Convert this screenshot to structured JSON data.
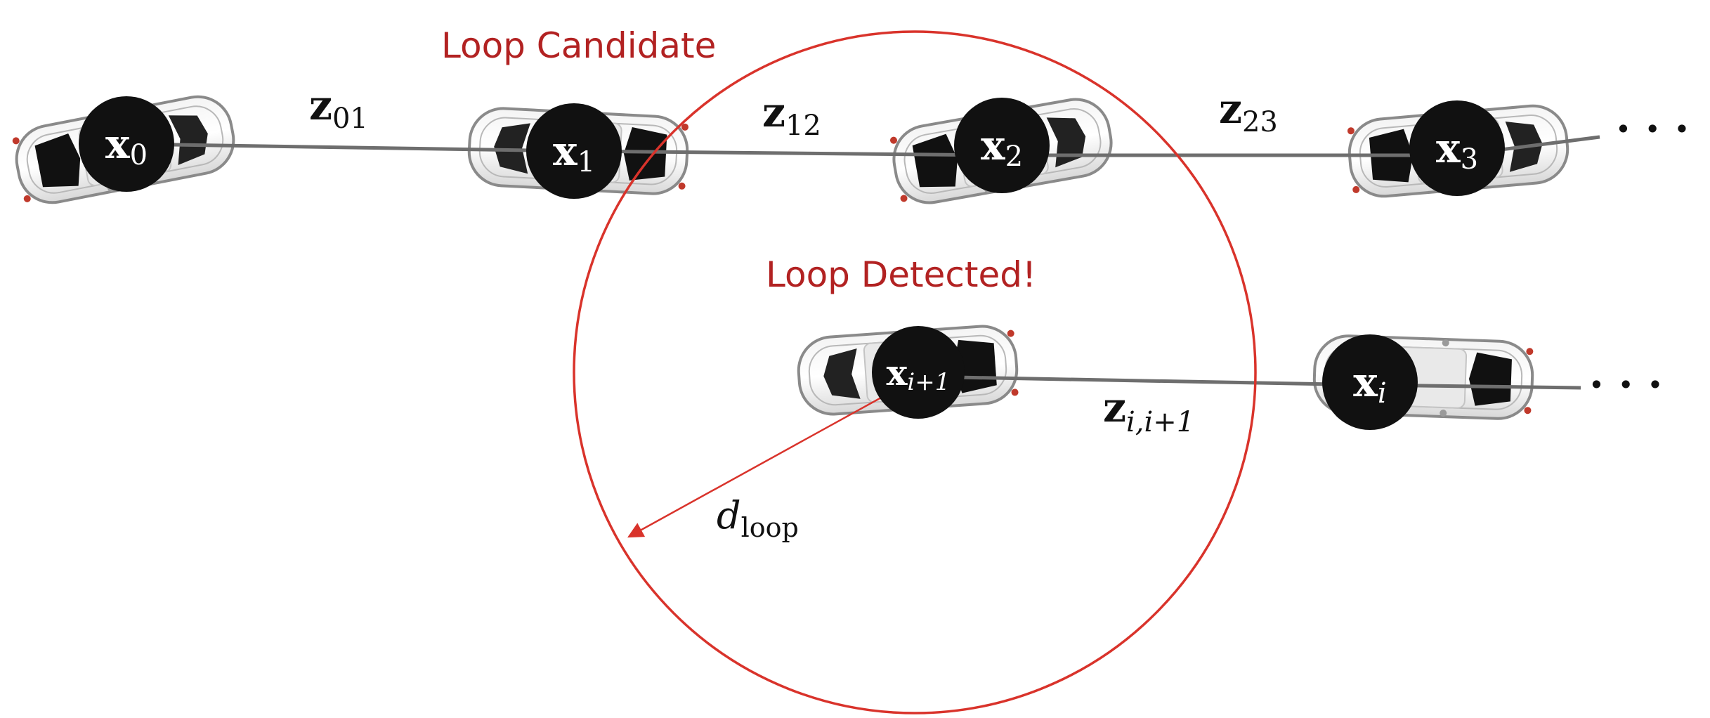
{
  "labels": {
    "loop_candidate": "Loop Candidate",
    "loop_detected": "Loop Detected!",
    "d_loop_base": "d",
    "d_loop_sub": "loop",
    "ellipsis_top": "· · ·",
    "ellipsis_bottom": "· · ·"
  },
  "nodes": [
    {
      "id": "x0",
      "base": "x",
      "sub": "0"
    },
    {
      "id": "x1",
      "base": "x",
      "sub": "1"
    },
    {
      "id": "x2",
      "base": "x",
      "sub": "2"
    },
    {
      "id": "x3",
      "base": "x",
      "sub": "3"
    },
    {
      "id": "xi1",
      "base": "x",
      "sub": "i+1"
    },
    {
      "id": "xi",
      "base": "x",
      "sub": "i"
    }
  ],
  "edges": [
    {
      "id": "z01",
      "base": "z",
      "sub": "01"
    },
    {
      "id": "z12",
      "base": "z",
      "sub": "12"
    },
    {
      "id": "z23",
      "base": "z",
      "sub": "23"
    },
    {
      "id": "zi",
      "base": "z",
      "sub": "i,i+1"
    }
  ],
  "colors": {
    "accent_red": "#b22222",
    "circle_red": "#d9332b",
    "edge_gray": "#6e6e6e",
    "node_fill": "#111111"
  }
}
